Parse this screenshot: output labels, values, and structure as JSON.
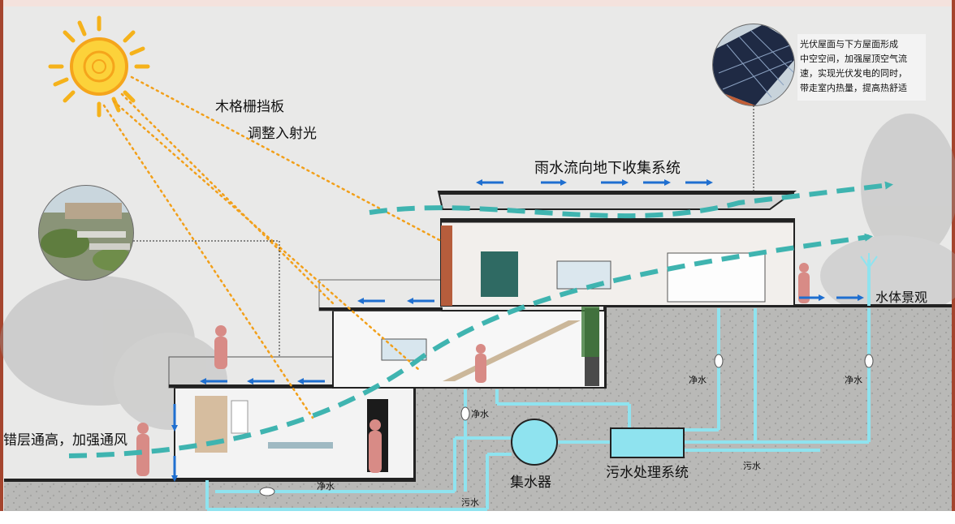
{
  "annotations": {
    "sun_text_1": "木格栅挡板",
    "sun_text_2": "调整入射光",
    "rain_text": "雨水流向地下收集系统",
    "pv_note_lines": [
      "光伏屋面与下方屋面形成",
      "中空空间，加强屋顶空气流",
      "速，实现光伏发电的同时，",
      "带走室内热量，提高热舒适"
    ],
    "ventilation_text": "错层通高，加强通风",
    "water_feature_text": "水体景观"
  },
  "pipe_labels": {
    "clean_1": "净水",
    "clean_2": "净水",
    "clean_3": "净水",
    "clean_4": "净水",
    "sewage_1": "污水",
    "sewage_2": "污水"
  },
  "equipment": {
    "collector": "集水器",
    "sewage_system": "污水处理系统"
  },
  "colors": {
    "airflow": "#3fb4b0",
    "pipe": "#8fe3ef",
    "rain_arrow": "#1f6fd0",
    "sun": "#f5b21b",
    "sun_ray": "#f2a01a",
    "figure": "#d88b86"
  }
}
